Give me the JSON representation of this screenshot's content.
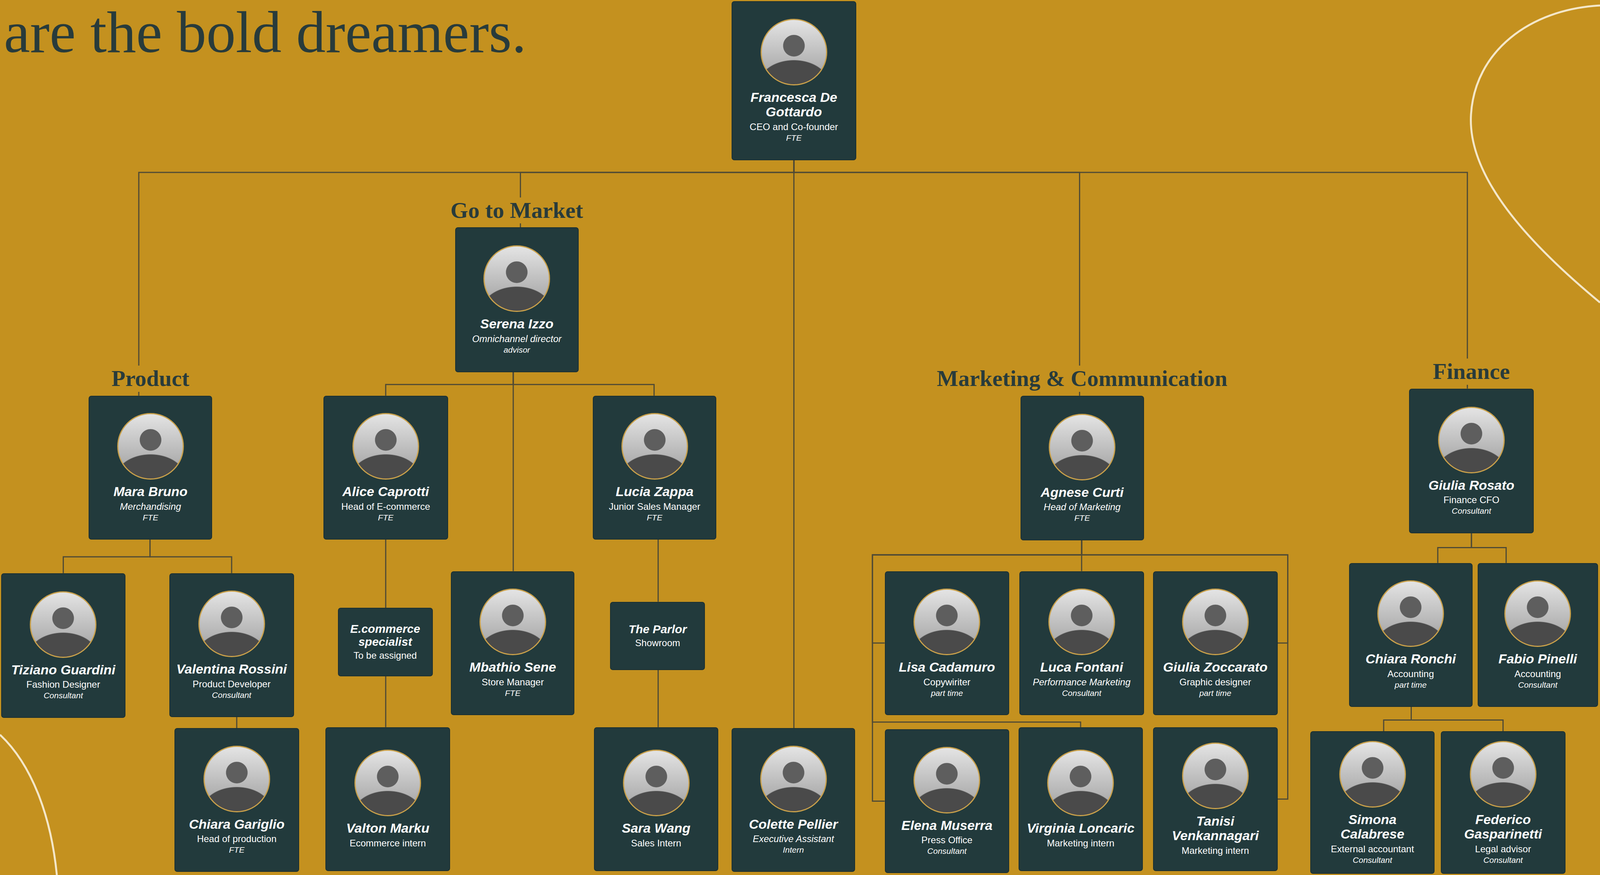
{
  "diagram": {
    "title": "are the bold dreamers.",
    "nodes": [
      {
        "text": [
          "Francesca De Gottardo",
          "CEO and Co-founder",
          "FTE"
        ]
      },
      {
        "text": [
          "Go to Market",
          "Serena Izzo",
          "Omnichannel director",
          "advisor"
        ]
      },
      {
        "text": [
          "Product",
          "Mara Bruno",
          "Merchandising",
          "FTE"
        ]
      },
      {
        "text": [
          "Alice Caprotti",
          "Head of E-commerce",
          "FTE"
        ]
      },
      {
        "text": [
          "Lucia Zappa",
          "Junior Sales Manager",
          "FTE"
        ]
      },
      {
        "text": [
          "Marketing & Communication",
          "Agnese Curti",
          "Head of Marketing",
          "FTE"
        ]
      },
      {
        "text": [
          "Finance",
          "Giulia Rosato",
          "Finance CFO",
          "Consultant"
        ]
      },
      {
        "text": [
          "Tiziano Guardini",
          "Fashion Designer",
          "Consultant"
        ]
      },
      {
        "text": [
          "Valentina Rossini",
          "Product Developer",
          "Consultant"
        ]
      },
      {
        "text": [
          "E.commerce specialist",
          "To be assigned"
        ]
      },
      {
        "text": [
          "Mbathio Sene",
          "Store Manager",
          "FTE"
        ]
      },
      {
        "text": [
          "The Parlor",
          "Showroom"
        ]
      },
      {
        "text": [
          "Lisa Cadamuro",
          "Copywiriter",
          "part time"
        ]
      },
      {
        "text": [
          "Luca Fontani",
          "Performance Marketing",
          "Consultant"
        ]
      },
      {
        "text": [
          "Giulia Zoccarato",
          "Graphic designer",
          "part time"
        ]
      },
      {
        "text": [
          "Chiara Ronchi",
          "Accounting",
          "part time"
        ]
      },
      {
        "text": [
          "Fabio Pinelli",
          "Accounting",
          "Consultant"
        ]
      },
      {
        "text": [
          "Chiara Gariglio",
          "Head of production",
          "FTE"
        ]
      },
      {
        "text": [
          "Valton Marku",
          "Ecommerce intern"
        ]
      },
      {
        "text": [
          "Sara Wang",
          "Sales Intern"
        ]
      },
      {
        "text": [
          "Colette Pellier",
          "Executive Assistant",
          "Intern"
        ]
      },
      {
        "text": [
          "Elena Muserra",
          "Press Office",
          "Consultant"
        ]
      },
      {
        "text": [
          "Virginia Loncaric",
          "Marketing intern"
        ]
      },
      {
        "text": [
          "Tanisi Venkannagari",
          "Marketing intern"
        ]
      },
      {
        "text": [
          "Simona Calabrese",
          "External accountant",
          "Consultant"
        ]
      },
      {
        "text": [
          "Federico Gasparinetti",
          "Legal advisor",
          "Consultant"
        ]
      }
    ],
    "edges": [
      {
        "from": 0,
        "to": 2,
        "arrow": "none"
      },
      {
        "from": 0,
        "to": 1,
        "arrow": "none"
      },
      {
        "from": 0,
        "to": 20,
        "arrow": "none"
      },
      {
        "from": 0,
        "to": 5,
        "arrow": "none"
      },
      {
        "from": 0,
        "to": 6,
        "arrow": "none"
      },
      {
        "from": 1,
        "to": 3,
        "arrow": "none"
      },
      {
        "from": 1,
        "to": 10,
        "arrow": "none"
      },
      {
        "from": 1,
        "to": 4,
        "arrow": "none"
      },
      {
        "from": 2,
        "to": 7,
        "arrow": "none"
      },
      {
        "from": 2,
        "to": 8,
        "arrow": "none"
      },
      {
        "from": 8,
        "to": 17,
        "arrow": "none"
      },
      {
        "from": 3,
        "to": 9,
        "arrow": "none"
      },
      {
        "from": 9,
        "to": 18,
        "arrow": "none"
      },
      {
        "from": 4,
        "to": 11,
        "arrow": "none"
      },
      {
        "from": 11,
        "to": 19,
        "arrow": "none"
      },
      {
        "from": 5,
        "to": 12,
        "arrow": "none"
      },
      {
        "from": 5,
        "to": 13,
        "arrow": "none"
      },
      {
        "from": 5,
        "to": 14,
        "arrow": "none"
      },
      {
        "from": 5,
        "to": 21,
        "arrow": "none"
      },
      {
        "from": 5,
        "to": 22,
        "arrow": "none"
      },
      {
        "from": 5,
        "to": 23,
        "arrow": "none"
      },
      {
        "from": 6,
        "to": 15,
        "arrow": "none"
      },
      {
        "from": 6,
        "to": 16,
        "arrow": "none"
      },
      {
        "from": 15,
        "to": 24,
        "arrow": "none"
      },
      {
        "from": 15,
        "to": 25,
        "arrow": "none"
      }
    ]
  }
}
